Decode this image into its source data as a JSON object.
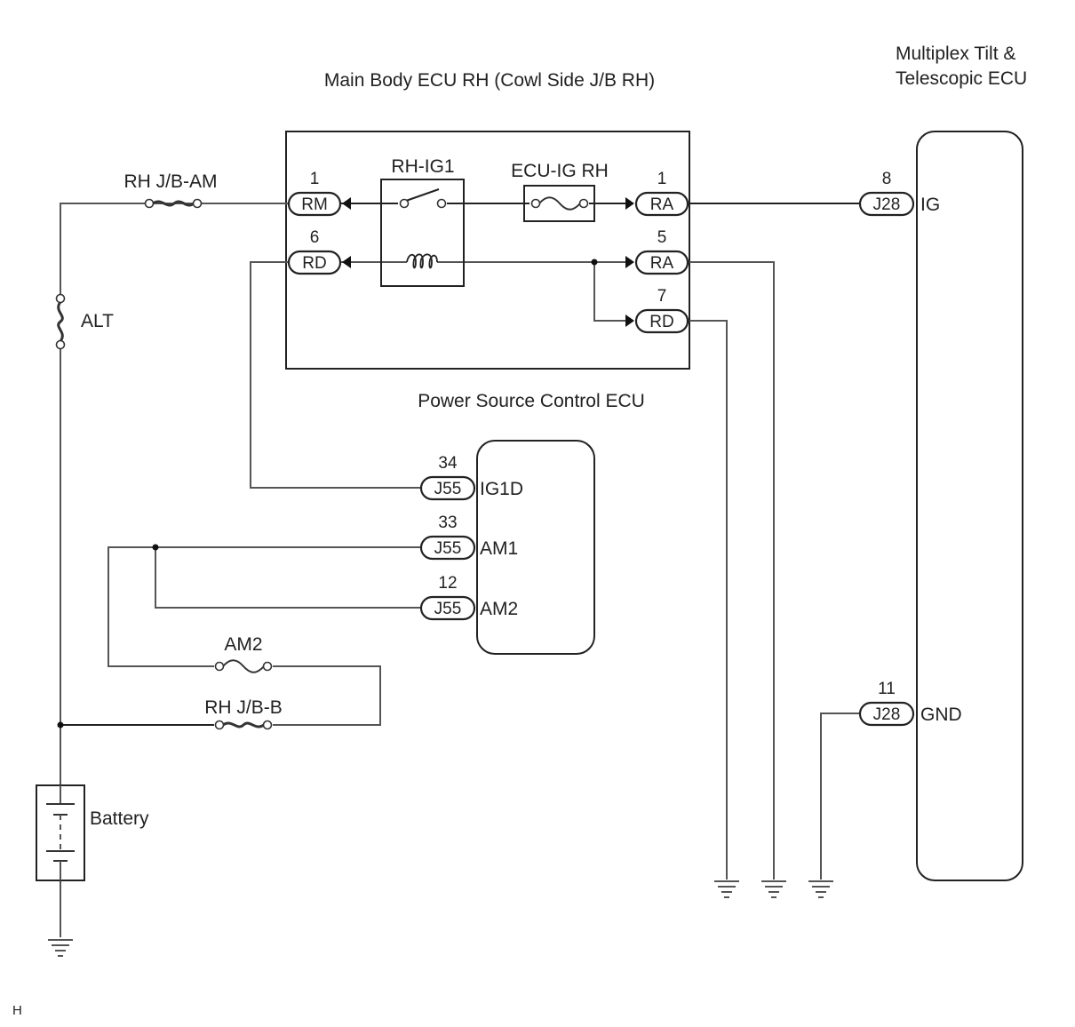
{
  "titles": {
    "main_body_ecu": "Main Body ECU RH (Cowl Side J/B RH)",
    "multiplex_line1": "Multiplex Tilt &",
    "multiplex_line2": "Telescopic ECU",
    "power_source_ecu": "Power Source Control ECU"
  },
  "components": {
    "relay": "RH-IG1",
    "fuse_ecu_ig": "ECU-IG RH",
    "fuse_jb_am": "RH J/B-AM",
    "fusible_alt": "ALT",
    "fuse_am2": "AM2",
    "fuse_jb_b": "RH J/B-B",
    "battery": "Battery"
  },
  "main_body_connectors": [
    {
      "pin": "1",
      "code": "RM"
    },
    {
      "pin": "6",
      "code": "RD"
    },
    {
      "pin": "1",
      "code": "RA"
    },
    {
      "pin": "5",
      "code": "RA"
    },
    {
      "pin": "7",
      "code": "RD"
    }
  ],
  "power_source_connectors": [
    {
      "pin": "34",
      "code": "J55",
      "terminal": "IG1D"
    },
    {
      "pin": "33",
      "code": "J55",
      "terminal": "AM1"
    },
    {
      "pin": "12",
      "code": "J55",
      "terminal": "AM2"
    }
  ],
  "multiplex_connectors": [
    {
      "pin": "8",
      "code": "J28",
      "terminal": "IG"
    },
    {
      "pin": "11",
      "code": "J28",
      "terminal": "GND"
    }
  ],
  "corner_mark": "H"
}
